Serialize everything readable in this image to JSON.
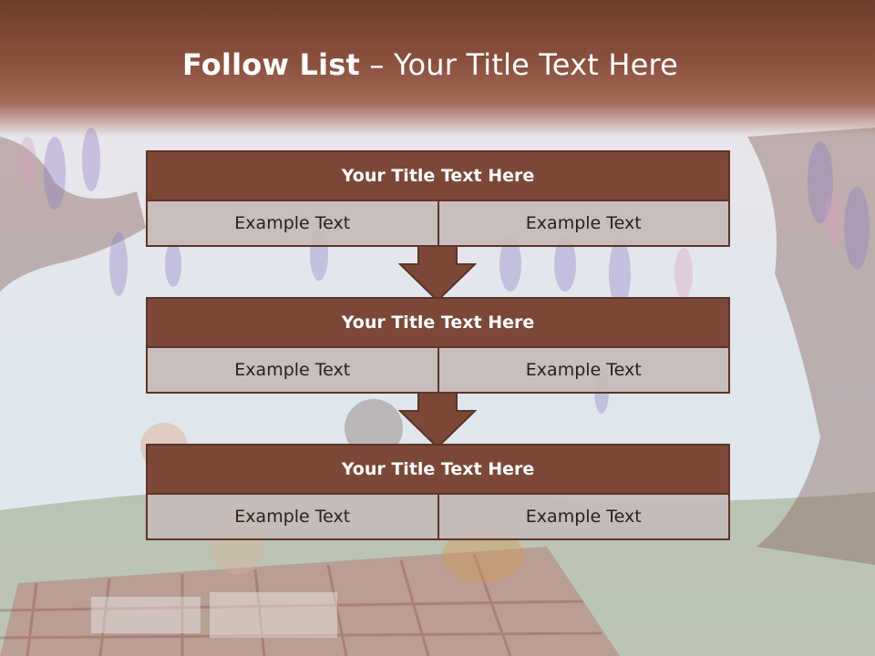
{
  "title": {
    "bold": "Follow List",
    "separator": "–",
    "rest": "Your Title Text Here"
  },
  "steps": [
    {
      "header": "Your Title Text Here",
      "left": "Example Text",
      "right": "Example Text"
    },
    {
      "header": "Your Title Text Here",
      "left": "Example Text",
      "right": "Example Text"
    },
    {
      "header": "Your Title Text Here",
      "left": "Example Text",
      "right": "Example Text"
    }
  ],
  "colors": {
    "header_fill": "#7b4837",
    "border": "#5e3426",
    "cell_fill": "#c6bab8",
    "arrow": "#7b4837"
  }
}
